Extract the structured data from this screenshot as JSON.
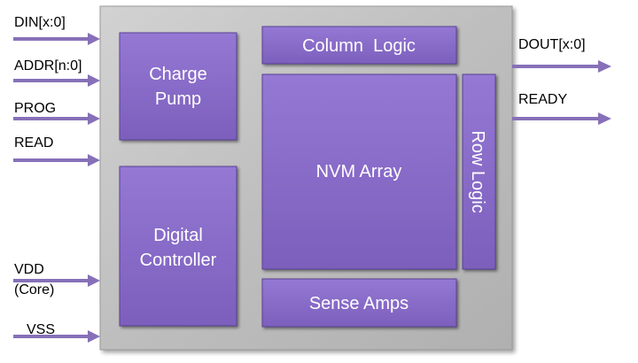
{
  "chip": {
    "blocks": {
      "charge_pump": {
        "line1": "Charge",
        "line2": "Pump"
      },
      "digital_controller": {
        "line1": "Digital",
        "line2": "Controller"
      },
      "column_logic": "Column  Logic",
      "nvm_array": "NVM Array",
      "row_logic": "Row Logic",
      "sense_amps": "Sense Amps"
    }
  },
  "inputs": {
    "din": "DIN[x:0]",
    "addr": "ADDR[n:0]",
    "prog": "PROG",
    "read": "READ",
    "vdd": {
      "line1": "VDD",
      "line2": "(Core)"
    },
    "vss": "VSS"
  },
  "outputs": {
    "dout": "DOUT[x:0]",
    "ready": "READY"
  },
  "colors": {
    "chip_body": "#c0c0c0",
    "block_fill": "#8466c4",
    "arrow": "#8770b8",
    "block_text": "#ffffff"
  }
}
